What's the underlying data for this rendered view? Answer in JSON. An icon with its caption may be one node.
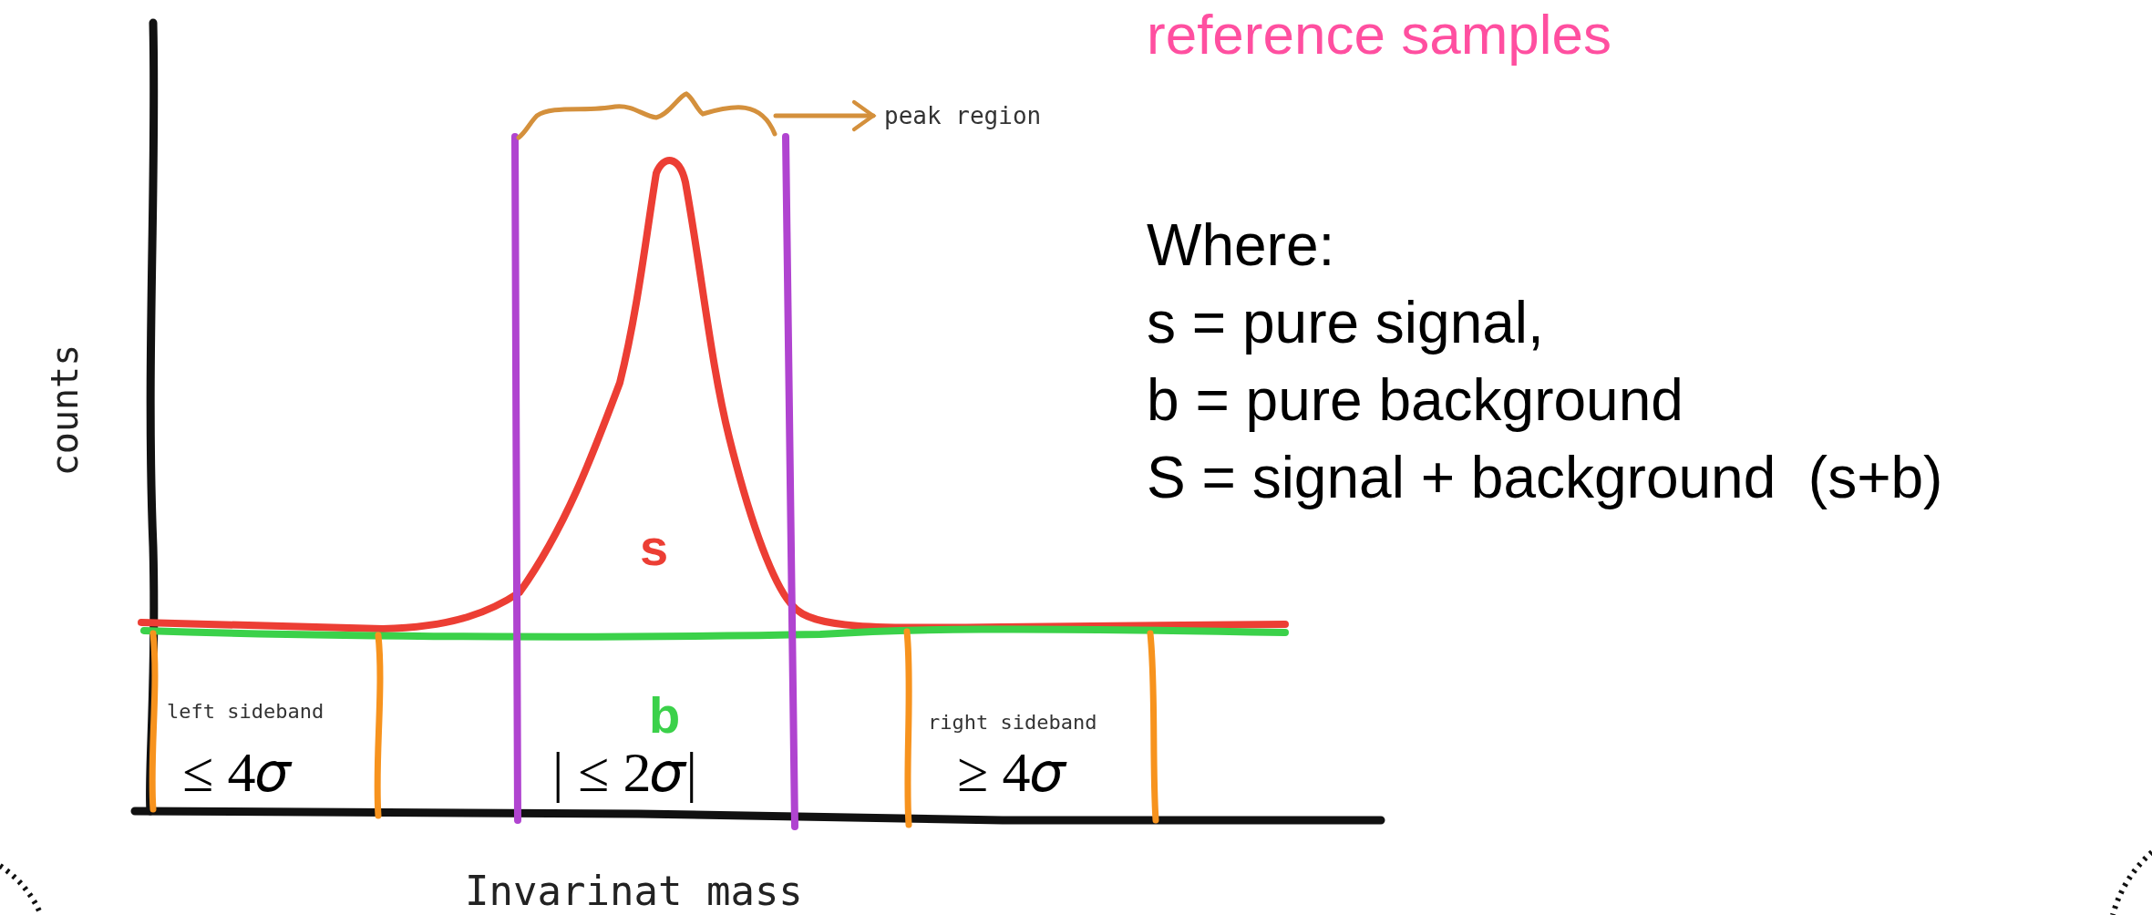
{
  "diagram": {
    "nodes": [
      {
        "text": [],
        "shape": "brace"
      },
      {
        "text": [
          "peak region"
        ]
      }
    ],
    "edges": [
      {
        "from": 0,
        "to": 1,
        "arrow": "to"
      }
    ],
    "labels": [
      "reference samples",
      "Where:",
      "s = pure signal,",
      "b = pure background",
      "S = signal + background  (s+b)",
      "counts",
      "s",
      "left sideband",
      "b",
      "right sideband",
      "≤ 4𝜎",
      "| ≤ 2𝜎|",
      "≥ 4𝜎",
      "Invarinat mass"
    ]
  }
}
